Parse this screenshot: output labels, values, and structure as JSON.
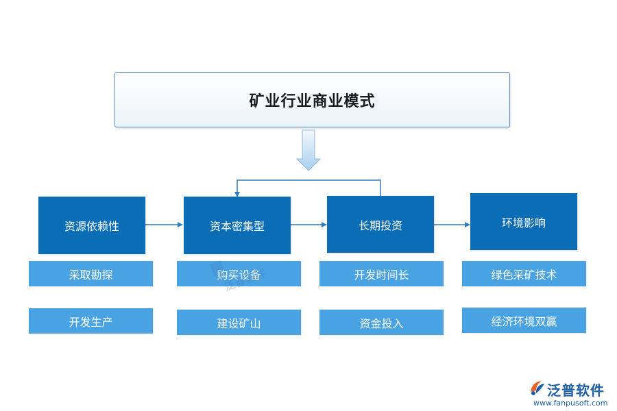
{
  "title": "矿业行业商业模式",
  "columns": [
    {
      "main": "资源依赖性",
      "subs": [
        "采取勘探",
        "开发生产"
      ]
    },
    {
      "main": "资本密集型",
      "subs": [
        "购买设备",
        "建设矿山"
      ]
    },
    {
      "main": "长期投资",
      "subs": [
        "开发时间长",
        "资金投入"
      ]
    },
    {
      "main": "环境影响",
      "subs": [
        "绿色采矿技术",
        "经济环境双赢"
      ]
    }
  ],
  "watermark": {
    "text": "泛普软件"
  },
  "brand": {
    "name": "泛普软件",
    "url": "www.fanpusoft.com"
  },
  "colors": {
    "main_box": "#0b6db5",
    "sub_box": "#49a3e3",
    "title_border": "#5b8fc7",
    "connector": "#2f7cc0",
    "brand": "#1f5fa8"
  }
}
